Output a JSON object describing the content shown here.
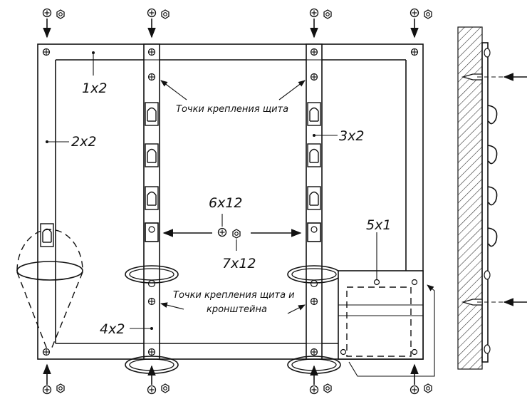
{
  "labels": {
    "rail_top": "1x2",
    "stile_side": "2x2",
    "stile_inner": "3x2",
    "stile_lower": "4x2",
    "box": "5x1",
    "screw": "6x12",
    "nut": "7x12"
  },
  "notes": {
    "mounting_points": "Точки крепления щита",
    "mounting_points_bracket_line1": "Точки крепления щита и",
    "mounting_points_bracket_line2": "кронштейна"
  }
}
